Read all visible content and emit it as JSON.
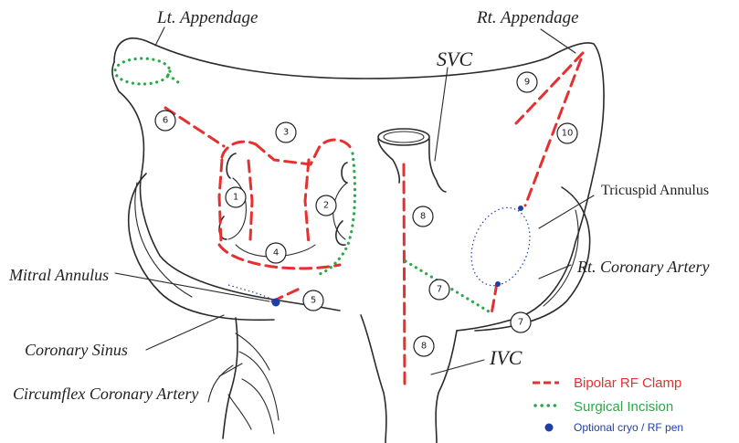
{
  "labels": {
    "lt_appendage": "Lt. Appendage",
    "rt_appendage": "Rt. Appendage",
    "svc": "SVC",
    "tricuspid_annulus": "Tricuspid Annulus",
    "rt_coronary_artery": "Rt. Coronary Artery",
    "mitral_annulus": "Mitral Annulus",
    "coronary_sinus": "Coronary Sinus",
    "ivc": "IVC",
    "circumflex_coronary_artery": "Circumflex Coronary Artery"
  },
  "lesion_numbers": [
    "1",
    "2",
    "3",
    "4",
    "5",
    "6",
    "7",
    "7",
    "8",
    "8",
    "9",
    "10"
  ],
  "legend": {
    "clamp": {
      "label": "Bipolar RF Clamp",
      "color": "#e53030"
    },
    "incision": {
      "label": "Surgical Incision",
      "color": "#2aa84a"
    },
    "cryo": {
      "label": "Optional cryo / RF pen",
      "color": "#1f3fa8"
    }
  }
}
